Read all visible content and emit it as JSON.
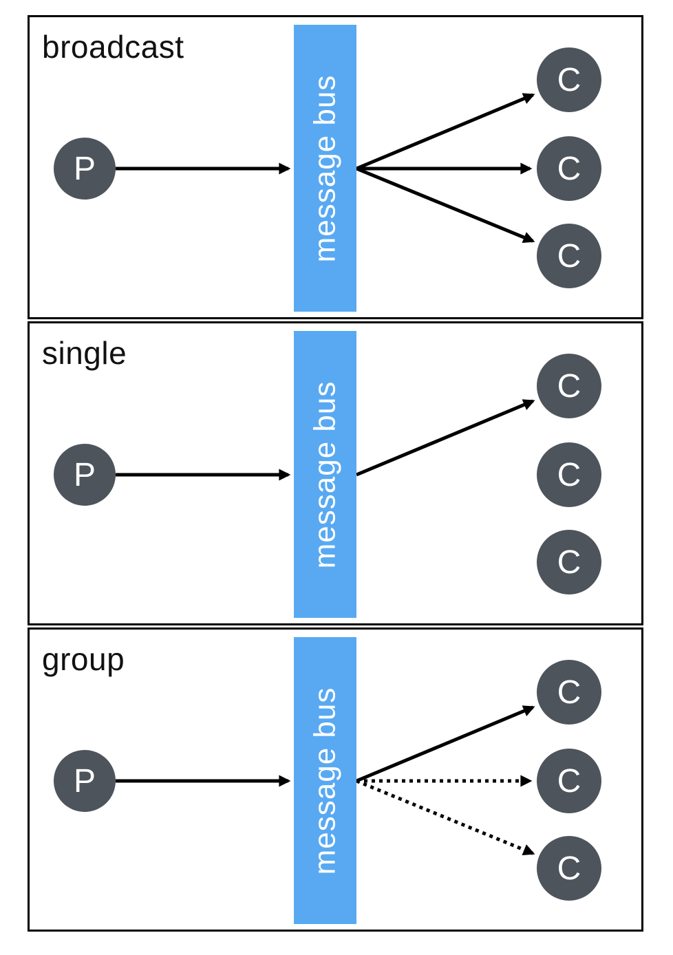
{
  "colors": {
    "bus_fill": "#58a9f2",
    "node_fill": "#4d545b",
    "node_text": "#ffffff",
    "arrow": "#000000",
    "panel_border": "#000000",
    "title_text": "#111111"
  },
  "panels": [
    {
      "title": "broadcast",
      "producer": {
        "label": "P"
      },
      "bus_label": "message bus",
      "consumers": [
        {
          "label": "C"
        },
        {
          "label": "C"
        },
        {
          "label": "C"
        }
      ],
      "arrows": [
        {
          "to": 0,
          "style": "solid"
        },
        {
          "to": 1,
          "style": "solid"
        },
        {
          "to": 2,
          "style": "solid"
        }
      ]
    },
    {
      "title": "single",
      "producer": {
        "label": "P"
      },
      "bus_label": "message bus",
      "consumers": [
        {
          "label": "C"
        },
        {
          "label": "C"
        },
        {
          "label": "C"
        }
      ],
      "arrows": [
        {
          "to": 0,
          "style": "solid"
        }
      ]
    },
    {
      "title": "group",
      "producer": {
        "label": "P"
      },
      "bus_label": "message bus",
      "consumers": [
        {
          "label": "C"
        },
        {
          "label": "C"
        },
        {
          "label": "C"
        }
      ],
      "arrows": [
        {
          "to": 0,
          "style": "solid"
        },
        {
          "to": 1,
          "style": "dotted"
        },
        {
          "to": 2,
          "style": "dotted"
        }
      ]
    }
  ]
}
